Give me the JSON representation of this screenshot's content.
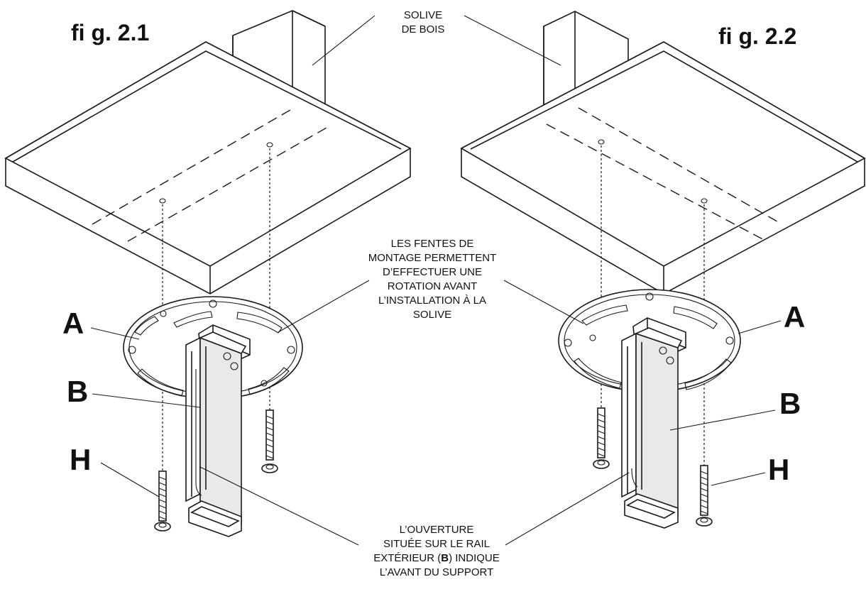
{
  "figures": {
    "left_caption": "fi g. 2.1",
    "right_caption": "fi g. 2.2"
  },
  "labels": {
    "joist": "SOLIVE\nDE BOIS",
    "slots_note": "LES FENTES DE\nMONTAGE PERMETTENT\nD’EFFECTUER UNE\nROTATION AVANT\nL’INSTALLATION À LA\nSOLIVE",
    "opening_note_line1": "L’OUVERTURE",
    "opening_note_line2": "SITUÉE SUR LE RAIL",
    "opening_note_line3_prefix": "EXTÉRIEUR (",
    "opening_note_line3_bold": "B",
    "opening_note_line3_suffix": ") INDIQUE",
    "opening_note_line4": "L’AVANT DU SUPPORT",
    "part_a": "A",
    "part_b": "B",
    "part_h": "H"
  },
  "colors": {
    "line": "#1a1a1a",
    "background": "#ffffff",
    "shade": "#e9e9e9"
  }
}
